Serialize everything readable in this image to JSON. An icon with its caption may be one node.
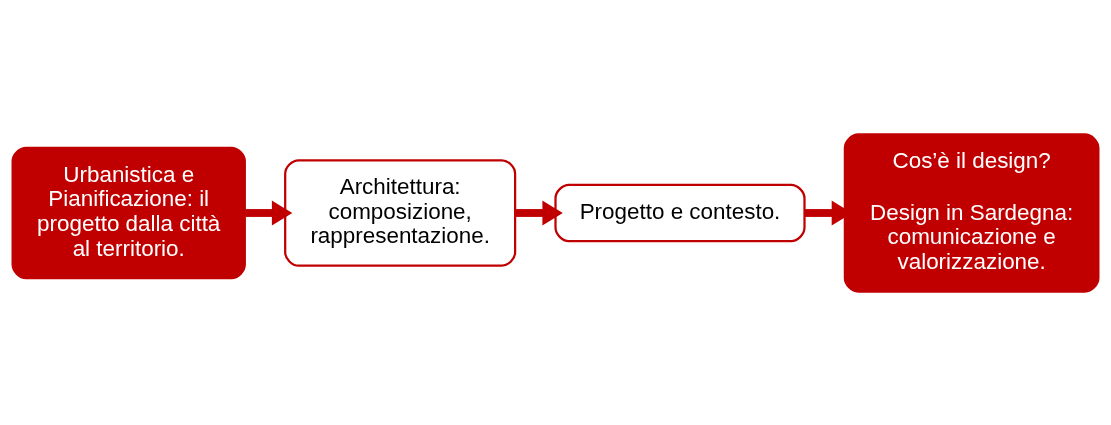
{
  "diagram": {
    "nodes": [
      {
        "text": [
          "Urbanistica e Pianificazione: il progetto dalla città al territorio."
        ]
      },
      {
        "text": [
          "Architettura: composizione, rappresentazione."
        ]
      },
      {
        "text": [
          "Progetto e contesto."
        ]
      },
      {
        "text": [
          "Cos’è il design?",
          "Design in Sardegna: comunicazione e valorizzazione."
        ]
      }
    ],
    "edges": [
      {
        "from": 0,
        "to": 1,
        "arrow": "to"
      },
      {
        "from": 1,
        "to": 2,
        "arrow": "to"
      },
      {
        "from": 2,
        "to": 3,
        "arrow": "to"
      }
    ]
  }
}
